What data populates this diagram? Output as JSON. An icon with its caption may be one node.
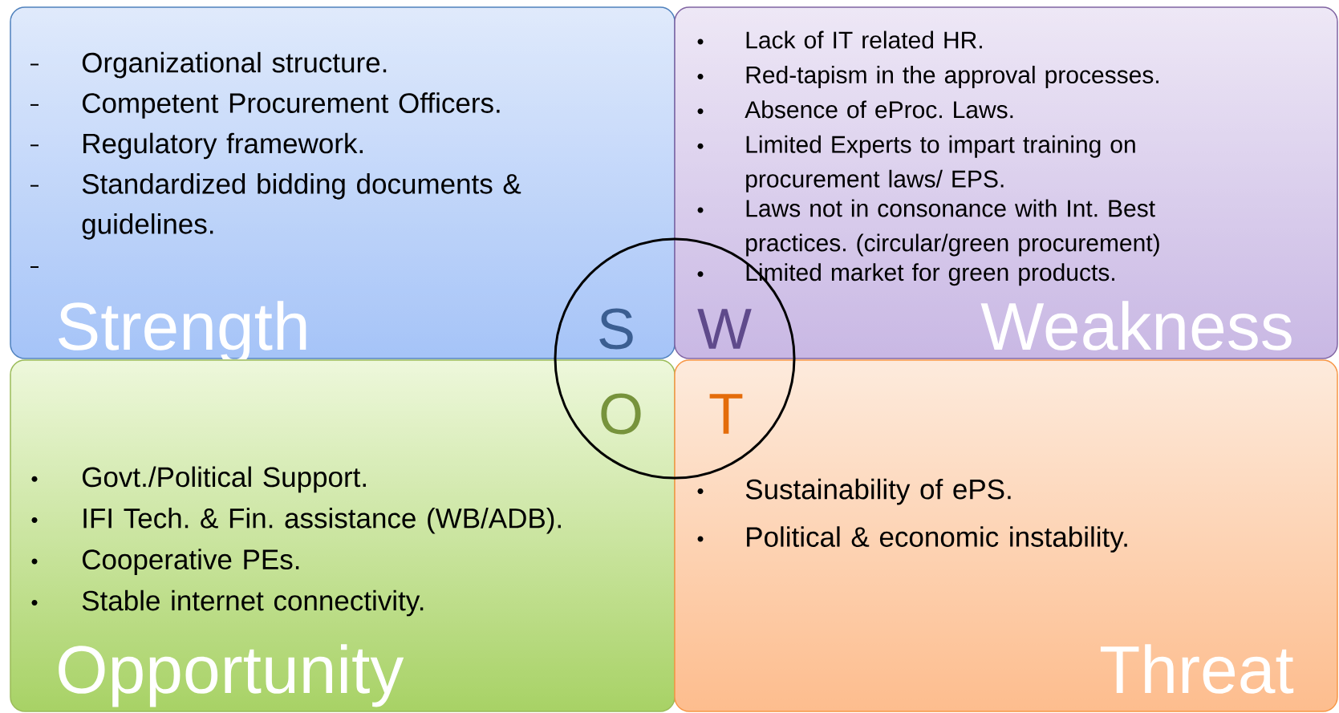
{
  "diagram": {
    "nodes": [
      {
        "text": [
          "Organizational structure.",
          "Competent Procurement Officers.",
          "Regulatory framework.",
          "Standardized bidding documents & guidelines.",
          "Strength"
        ]
      },
      {
        "text": [
          "Lack of IT related HR.",
          "Red-tapism in the approval processes.",
          "Absence of eProc. Laws.",
          "Limited Experts to impart training on procurement laws/ EPS.",
          "Laws not in consonance with Int. Best practices. (circular/green procurement)",
          "Limited market for green products.",
          "Weakness"
        ]
      },
      {
        "text": [
          "Govt./Political Support.",
          "IFI Tech. & Fin. assistance (WB/ADB).",
          "Cooperative PEs.",
          "Stable internet connectivity.",
          "Opportunity"
        ]
      },
      {
        "text": [
          "Sustainability of ePS.",
          "Political & economic instability.",
          "Threat"
        ]
      },
      {
        "text": [
          "S",
          "W",
          "O",
          "T"
        ]
      }
    ]
  }
}
